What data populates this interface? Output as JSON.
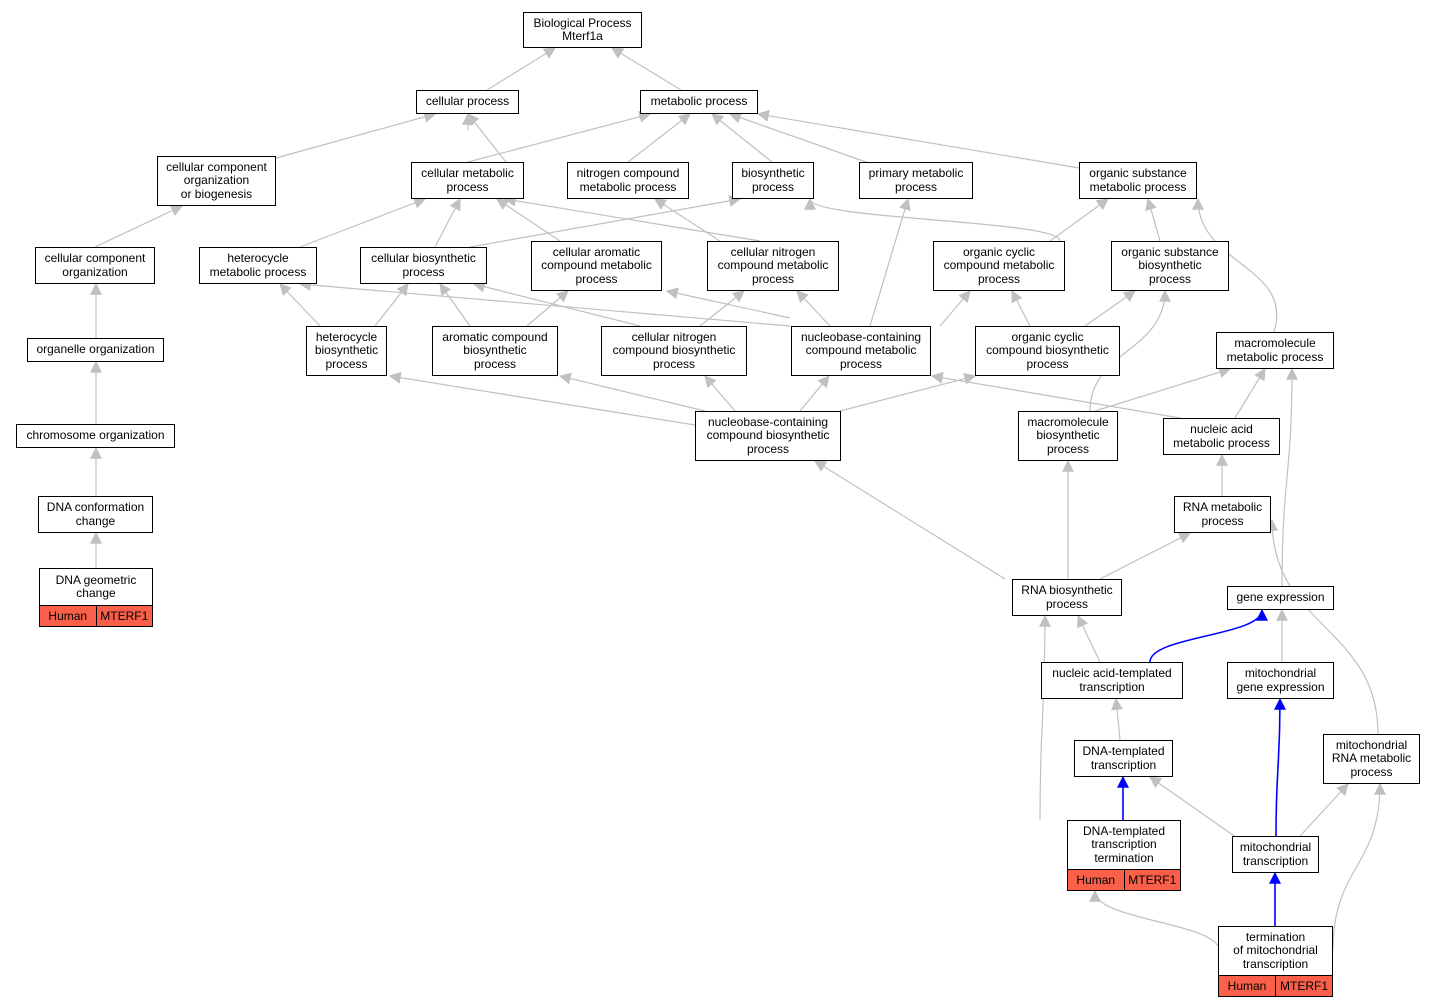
{
  "colors": {
    "edge_default": "#c0c0c0",
    "edge_highlight": "#0000ff",
    "annotation_fill": "#fa6049"
  },
  "nodes": {
    "root": "Biological Process\nMterf1a",
    "cellular_process": "cellular process",
    "metabolic_process": "metabolic process",
    "ccob": "cellular component\norganization\nor biogenesis",
    "cellular_metabolic": "cellular metabolic\nprocess",
    "nitrogen_compound_metabolic": "nitrogen compound\nmetabolic process",
    "biosynthetic": "biosynthetic\nprocess",
    "primary_metabolic": "primary metabolic\nprocess",
    "organic_substance_metabolic": "organic substance\nmetabolic process",
    "cc_organization": "cellular component\norganization",
    "heterocycle_metabolic": "heterocycle\nmetabolic process",
    "cellular_biosynthetic": "cellular biosynthetic\nprocess",
    "cellular_aromatic": "cellular aromatic\ncompound metabolic\nprocess",
    "cellular_nitrogen_metabolic": "cellular nitrogen\ncompound metabolic\nprocess",
    "organic_cyclic_metabolic": "organic cyclic\ncompound metabolic\nprocess",
    "organic_substance_biosynthetic": "organic substance\nbiosynthetic\nprocess",
    "organelle_organization": "organelle organization",
    "heterocycle_biosynthetic": "heterocycle\nbiosynthetic\nprocess",
    "aromatic_biosynthetic": "aromatic compound\nbiosynthetic\nprocess",
    "cellular_nitrogen_biosynthetic": "cellular nitrogen\ncompound biosynthetic\nprocess",
    "nucleobase_metabolic": "nucleobase-containing\ncompound metabolic\nprocess",
    "organic_cyclic_biosynthetic": "organic cyclic\ncompound biosynthetic\nprocess",
    "macromolecule_metabolic": "macromolecule\nmetabolic process",
    "chromosome_organization": "chromosome organization",
    "nucleobase_biosynthetic": "nucleobase-containing\ncompound biosynthetic\nprocess",
    "macromolecule_biosynthetic": "macromolecule\nbiosynthetic\nprocess",
    "nucleic_acid_metabolic": "nucleic acid\nmetabolic process",
    "dna_conformation": "DNA conformation\nchange",
    "rna_metabolic": "RNA metabolic\nprocess",
    "dna_geometric": "DNA geometric\nchange",
    "rna_biosynthetic": "RNA biosynthetic\nprocess",
    "gene_expression": "gene expression",
    "nucleic_acid_templated": "nucleic acid-templated\ntranscription",
    "mito_gene_expression": "mitochondrial\ngene expression",
    "dna_templated": "DNA-templated\ntranscription",
    "mito_rna_metabolic": "mitochondrial\nRNA metabolic\nprocess",
    "dna_templated_termination": "DNA-templated\ntranscription\ntermination",
    "mito_transcription": "mitochondrial\ntranscription",
    "termination_mito": "termination\nof mitochondrial\ntranscription"
  },
  "annotations": {
    "dna_geometric": {
      "species": "Human",
      "gene": "MTERF1"
    },
    "dna_templated_termination": {
      "species": "Human",
      "gene": "MTERF1"
    },
    "termination_mito": {
      "species": "Human",
      "gene": "MTERF1"
    }
  }
}
